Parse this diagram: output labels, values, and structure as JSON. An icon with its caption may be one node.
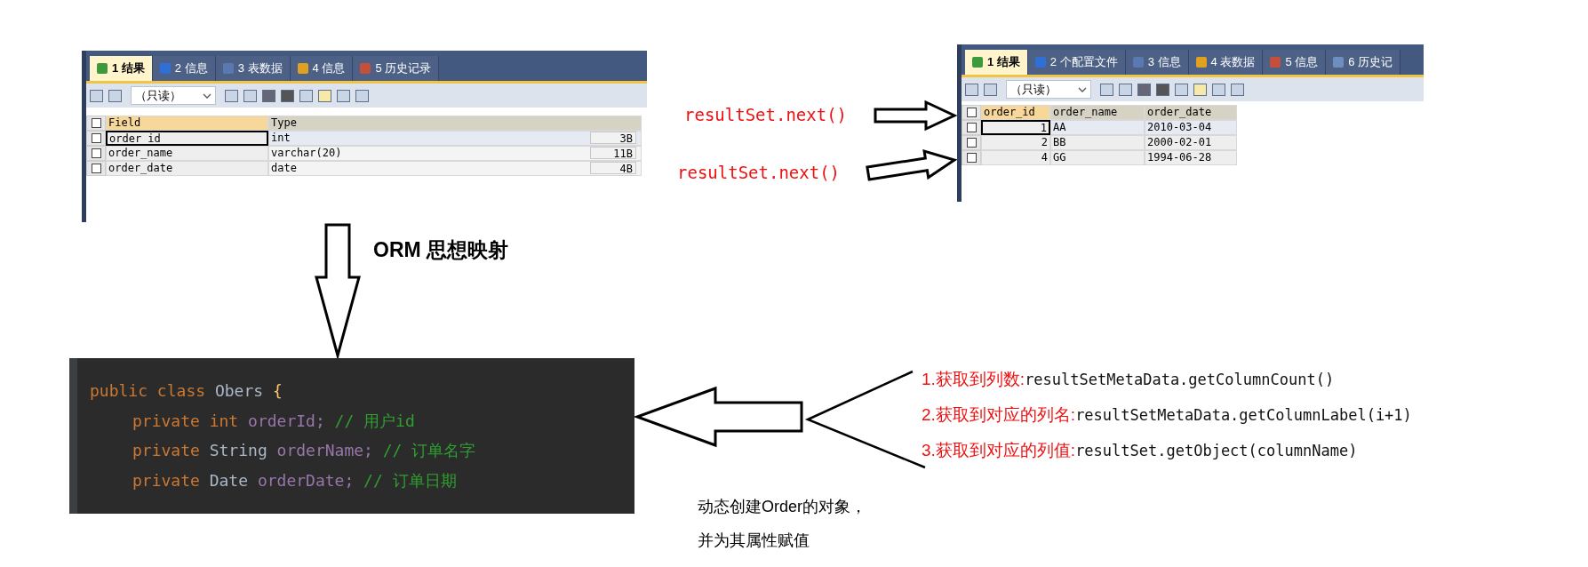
{
  "diagram": {
    "nodes": [
      {
        "text": [
          "1 结果",
          "2 信息",
          "3 表数据",
          "4 信息",
          "5 历史记录",
          "（只读）",
          "Field",
          "Type",
          "order_id",
          "int",
          "3B",
          "order_name",
          "varchar(20)",
          "11B",
          "order_date",
          "date",
          "4B"
        ]
      },
      {
        "text": [
          "1 结果",
          "2 个配置文件",
          "3 信息",
          "4 表数据",
          "5 信息",
          "6 历史记",
          "（只读）",
          "order_id",
          "order_name",
          "order_date",
          "1",
          "AA",
          "2010-03-04",
          "2",
          "BB",
          "2000-02-01",
          "4",
          "GG",
          "1994-06-28"
        ]
      },
      {
        "text": [
          "resultSet.next()"
        ]
      },
      {
        "text": [
          "resultSet.next()"
        ]
      },
      {
        "text": [
          "public class Obers {",
          "private int orderId; // 用户id",
          "private String orderName; // 订单名字",
          "private Date orderDate; // 订单日期"
        ]
      },
      {
        "text": [
          "1.获取到列数:",
          "resultSetMetaData.getColumnCount()",
          "2.获取到对应的列名:",
          "resultSetMetaData.getColumnLabel(i+1)",
          "3.获取到对应的列值:",
          "resultSet.getObject(columnName)"
        ]
      }
    ],
    "edges": [
      {
        "from": 0,
        "to": 4,
        "arrow": "to",
        "label": "ORM 思想映射"
      },
      {
        "from": 2,
        "to": 1,
        "arrow": "to"
      },
      {
        "from": 3,
        "to": 1,
        "arrow": "to"
      },
      {
        "from": 5,
        "to": 4,
        "arrow": "to"
      }
    ],
    "labels": [
      "动态创建Order的对象，并为其属性赋值"
    ]
  }
}
